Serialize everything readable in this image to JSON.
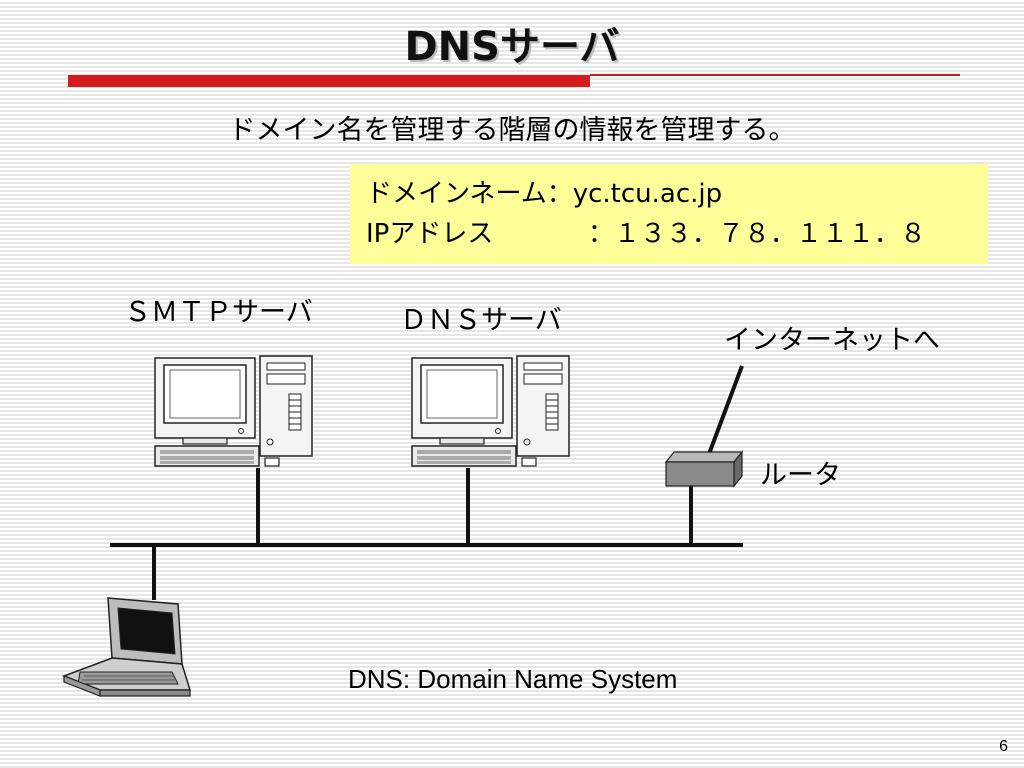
{
  "slide": {
    "title": "DNSサーバ",
    "subtitle": "ドメイン名を管理する階層の情報を管理する。",
    "page_number": "6"
  },
  "info_box": {
    "domain_label": "ドメインネーム",
    "domain_value": "：yc.tcu.ac.jp",
    "ip_label": "IPアドレス",
    "ip_value": "：１３３．７８．１１１．８",
    "background": "#ffff99"
  },
  "diagram": {
    "smtp_server_label": "ＳＭＴＰサーバ",
    "dns_server_label": "ＤＮＳサーバ",
    "internet_label": "インターネットへ",
    "router_label": "ルータ",
    "caption": "DNS: Domain Name System",
    "icons": [
      "desktop-computer-icon",
      "desktop-computer-icon",
      "router-icon",
      "laptop-icon"
    ]
  },
  "colors": {
    "accent_red": "#d51b1b"
  }
}
